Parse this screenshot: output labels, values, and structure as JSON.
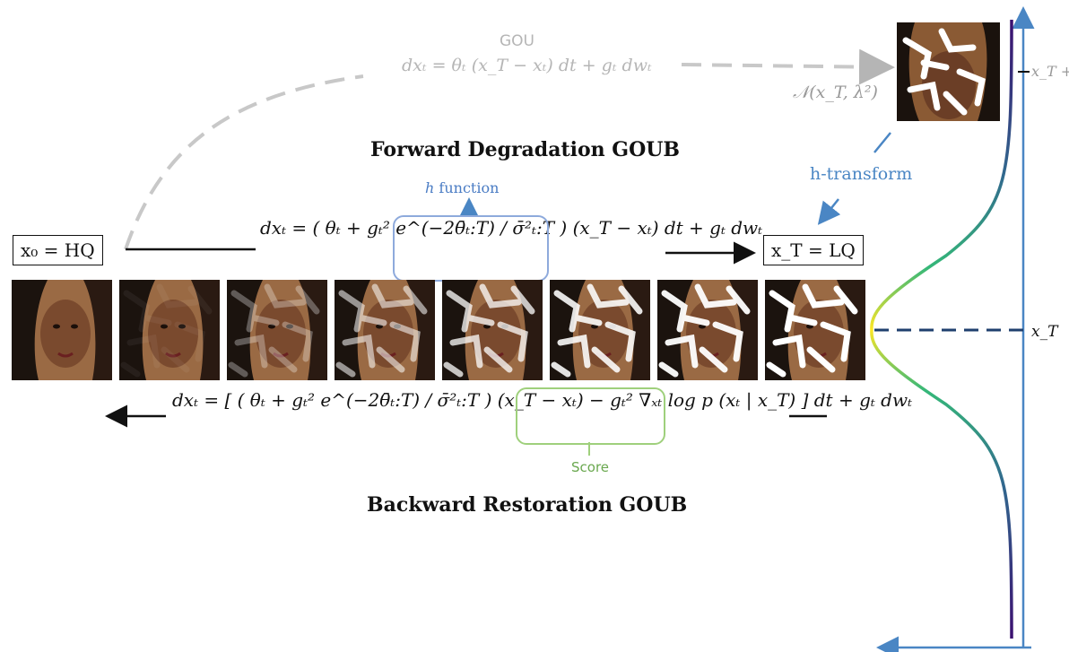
{
  "gou": {
    "title": "GOU",
    "equation": "dxₜ = θₜ (x_T − xₜ) dt + gₜ dwₜ"
  },
  "forward": {
    "title": "Forward Degradation GOUB",
    "h_function": "function",
    "h_symbol": "h",
    "equation": "dxₜ = ( θₜ + gₜ² e^(−2θ̄ₜ:T) / σ̄²ₜ:T ) (x_T − xₜ) dt + gₜ dwₜ"
  },
  "backward": {
    "title": "Backward Restoration GOUB",
    "equation": "dxₜ = [ ( θₜ + gₜ² e^(−2θ̄ₜ:T) / σ̄²ₜ:T ) (x_T − xₜ) − gₜ² ∇ₓₜ log p (xₜ | x_T) ] dt + gₜ dwₜ",
    "score_label": "Score"
  },
  "boxes": {
    "start": "x₀ = HQ",
    "end": "x_T = LQ"
  },
  "h_transform": "h-transform",
  "normal_label": "𝒩(x_T, λ²)",
  "xT_label": "x_T",
  "xT_top_label": "x_T +",
  "colors": {
    "gou_gray": "#b5b5b5",
    "h_blue": "#8eaadc",
    "score_green": "#9fd07c",
    "axis_blue": "#4a86c4"
  },
  "frames": [
    {
      "name": "frame-0",
      "degradation": 0.0
    },
    {
      "name": "frame-1",
      "degradation": 0.05
    },
    {
      "name": "frame-2",
      "degradation": 0.3
    },
    {
      "name": "frame-3",
      "degradation": 0.55
    },
    {
      "name": "frame-4",
      "degradation": 0.75
    },
    {
      "name": "frame-5",
      "degradation": 0.88
    },
    {
      "name": "frame-6",
      "degradation": 0.95
    },
    {
      "name": "frame-7",
      "degradation": 1.0
    }
  ]
}
